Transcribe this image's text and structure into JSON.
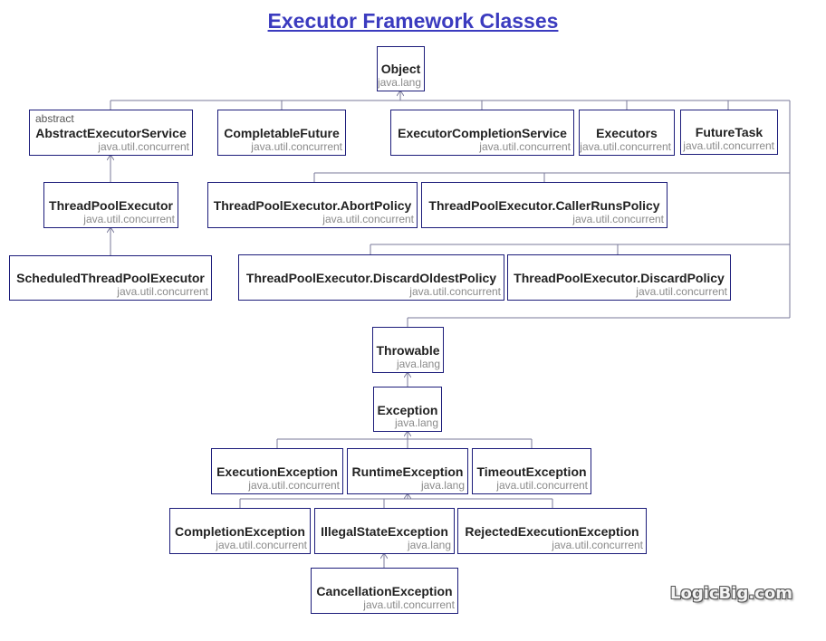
{
  "title": "Executor Framework Classes",
  "logo": "LogicBig.com",
  "colors": {
    "title": "#3b3bbf",
    "border": "#1c1c7a",
    "line": "#7a7a9a",
    "package": "#8a8a8a"
  },
  "classes": {
    "object": {
      "name": "Object",
      "package": "java.lang"
    },
    "abstract_executor_service": {
      "modifier": "abstract",
      "name": "AbstractExecutorService",
      "package": "java.util.concurrent"
    },
    "completable_future": {
      "name": "CompletableFuture",
      "package": "java.util.concurrent"
    },
    "executor_completion_service": {
      "name": "ExecutorCompletionService",
      "package": "java.util.concurrent"
    },
    "executors": {
      "name": "Executors",
      "package": "java.util.concurrent"
    },
    "future_task": {
      "name": "FutureTask",
      "package": "java.util.concurrent"
    },
    "thread_pool_executor": {
      "name": "ThreadPoolExecutor",
      "package": "java.util.concurrent"
    },
    "abort_policy": {
      "name": "ThreadPoolExecutor.AbortPolicy",
      "package": "java.util.concurrent"
    },
    "caller_runs_policy": {
      "name": "ThreadPoolExecutor.CallerRunsPolicy",
      "package": "java.util.concurrent"
    },
    "scheduled_thread_pool_executor": {
      "name": "ScheduledThreadPoolExecutor",
      "package": "java.util.concurrent"
    },
    "discard_oldest_policy": {
      "name": "ThreadPoolExecutor.DiscardOldestPolicy",
      "package": "java.util.concurrent"
    },
    "discard_policy": {
      "name": "ThreadPoolExecutor.DiscardPolicy",
      "package": "java.util.concurrent"
    },
    "throwable": {
      "name": "Throwable",
      "package": "java.lang"
    },
    "exception": {
      "name": "Exception",
      "package": "java.lang"
    },
    "execution_exception": {
      "name": "ExecutionException",
      "package": "java.util.concurrent"
    },
    "runtime_exception": {
      "name": "RuntimeException",
      "package": "java.lang"
    },
    "timeout_exception": {
      "name": "TimeoutException",
      "package": "java.util.concurrent"
    },
    "completion_exception": {
      "name": "CompletionException",
      "package": "java.util.concurrent"
    },
    "illegal_state_exception": {
      "name": "IllegalStateException",
      "package": "java.lang"
    },
    "rejected_execution_exception": {
      "name": "RejectedExecutionException",
      "package": "java.util.concurrent"
    },
    "cancellation_exception": {
      "name": "CancellationException",
      "package": "java.util.concurrent"
    }
  }
}
